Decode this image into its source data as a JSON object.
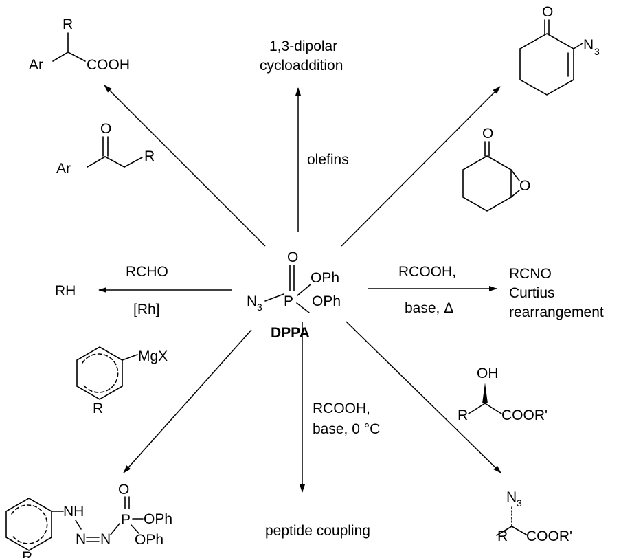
{
  "center": {
    "formula_n": "N",
    "n_sub": "3",
    "p": "P",
    "o_top": "O",
    "oph_upper": "OPh",
    "oph_lower": "OPh",
    "name": "DPPA"
  },
  "top_left": {
    "condition": {
      "o": "O",
      "ar": "Ar",
      "r": "R"
    },
    "product": {
      "r": "R",
      "ar": "Ar",
      "cooh": "COOH"
    }
  },
  "top": {
    "condition": "olefins",
    "product_line1": "1,3-dipolar",
    "product_line2": "cycloaddition"
  },
  "top_right": {
    "condition": {
      "o1": "O",
      "o2": "O"
    },
    "product": {
      "o": "O",
      "n": "N",
      "n_sub": "3"
    }
  },
  "left": {
    "condition_above": "RCHO",
    "condition_below": "[Rh]",
    "product": "RH"
  },
  "right": {
    "condition_above": "RCOOH,",
    "condition_below": "base, Δ",
    "product_line1": "RCNO",
    "product_line2": "Curtius",
    "product_line3": "rearrangement"
  },
  "bottom_left": {
    "condition": {
      "mgx": "MgX",
      "r": "R"
    },
    "product": {
      "nh": "NH",
      "n1": "N",
      "n2": "N",
      "o": "O",
      "p": "P",
      "oph1": "OPh",
      "oph2": "OPh",
      "r": "R"
    }
  },
  "bottom": {
    "condition_line1": "RCOOH,",
    "condition_line2": "base, 0 °C",
    "product": "peptide coupling"
  },
  "bottom_right": {
    "condition": {
      "oh": "OH",
      "r": "R",
      "coor": "COOR'"
    },
    "product": {
      "n": "N",
      "n_sub": "3",
      "r": "R",
      "coor": "COOR'"
    }
  }
}
